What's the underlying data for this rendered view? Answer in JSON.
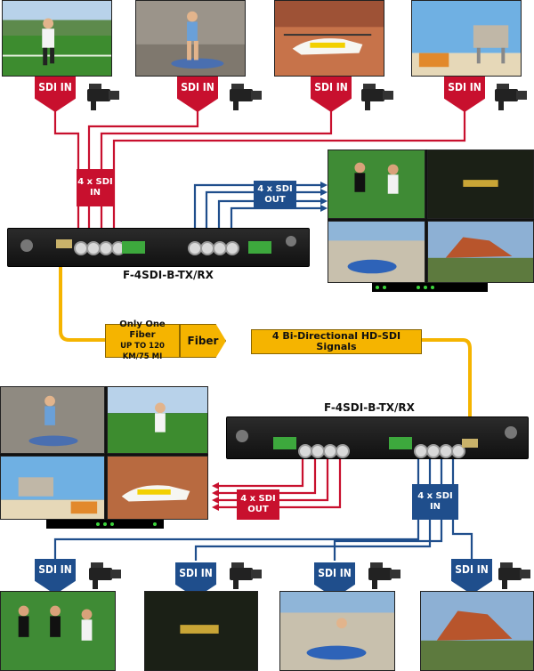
{
  "colors": {
    "red": "#c8102e",
    "blue": "#1f4e8c",
    "gold": "#f5b400",
    "fiber": "#f5b400"
  },
  "labels": {
    "sdi_in": "SDI IN",
    "top_bundle_line1": "4 x SDI",
    "top_bundle_line2": "IN",
    "top_out_line1": "4 x SDI",
    "top_out_line2": "OUT",
    "bottom_out_line1": "4 x SDI",
    "bottom_out_line2": "OUT",
    "bottom_in_line1": "4 x SDI",
    "bottom_in_line2": "IN",
    "device_top": "F-4SDI-B-TX/RX",
    "device_bottom": "F-4SDI-B-TX/RX",
    "fiber_note_line1": "Only One Fiber",
    "fiber_note_line2": "UP TO 120 KM/75 MI",
    "fiber": "Fiber",
    "signals": "4 Bi-Directional HD-SDI Signals"
  },
  "icons": [
    "video-camera-icon",
    "bnc-connector-icon",
    "terminal-block-icon",
    "fiber-port-icon",
    "led-icon"
  ]
}
